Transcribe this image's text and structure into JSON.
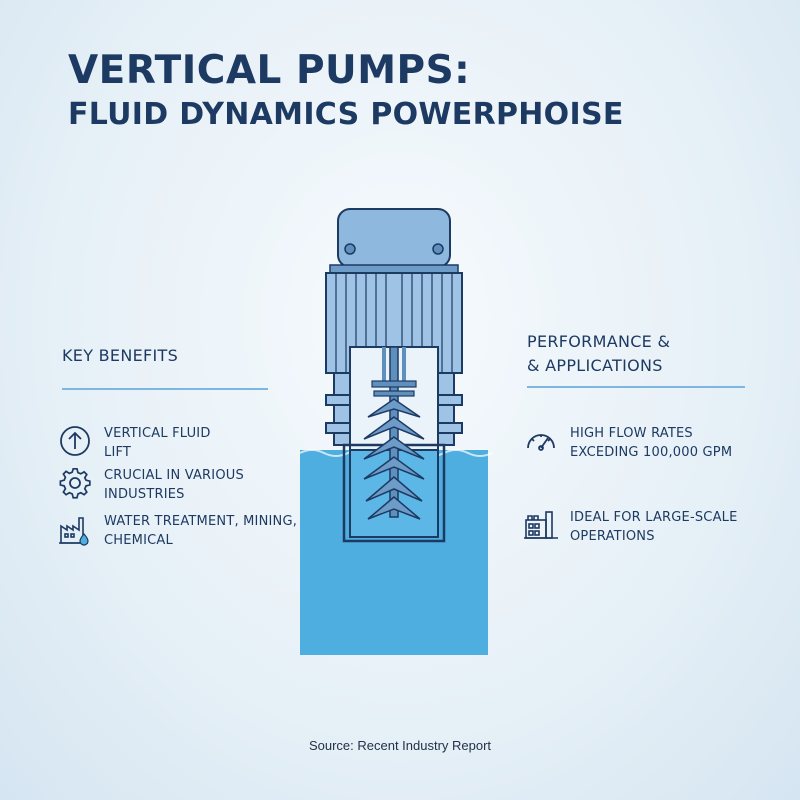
{
  "header": {
    "title_line1": "VERTICAL PUMPS:",
    "title_line2": "FLUID DYNAMICS POWERPHOISE"
  },
  "left_panel": {
    "heading": "KEY BENEFITS",
    "items": [
      {
        "icon": "arrow-up-circle-icon",
        "text": "VERTICAL FLUID\nLIFT"
      },
      {
        "icon": "gear-icon",
        "text": "CRUCIAL IN VARIOUS\nINDUSTRIES"
      },
      {
        "icon": "factory-drop-icon",
        "text": "WATER TREATMENT, MINING,\nCHEMICAL"
      }
    ]
  },
  "right_panel": {
    "heading_line1": "PERFORMANCE &",
    "heading_line2": "& APPLICATIONS",
    "items": [
      {
        "icon": "gauge-icon",
        "text": "HIGH FLOW RATES\nEXCEDING 100,000 GPM"
      },
      {
        "icon": "industrial-plant-icon",
        "text": "IDEAL FOR LARGE-SCALE\nOPERATIONS"
      }
    ]
  },
  "footer": {
    "source": "Source: Recent Industry Report"
  },
  "colors": {
    "title": "#1d3a63",
    "accent_rule": "#7db6e0",
    "water": "#4eaee0",
    "pump_body": "#8eb8de",
    "outline": "#1d3a63"
  }
}
